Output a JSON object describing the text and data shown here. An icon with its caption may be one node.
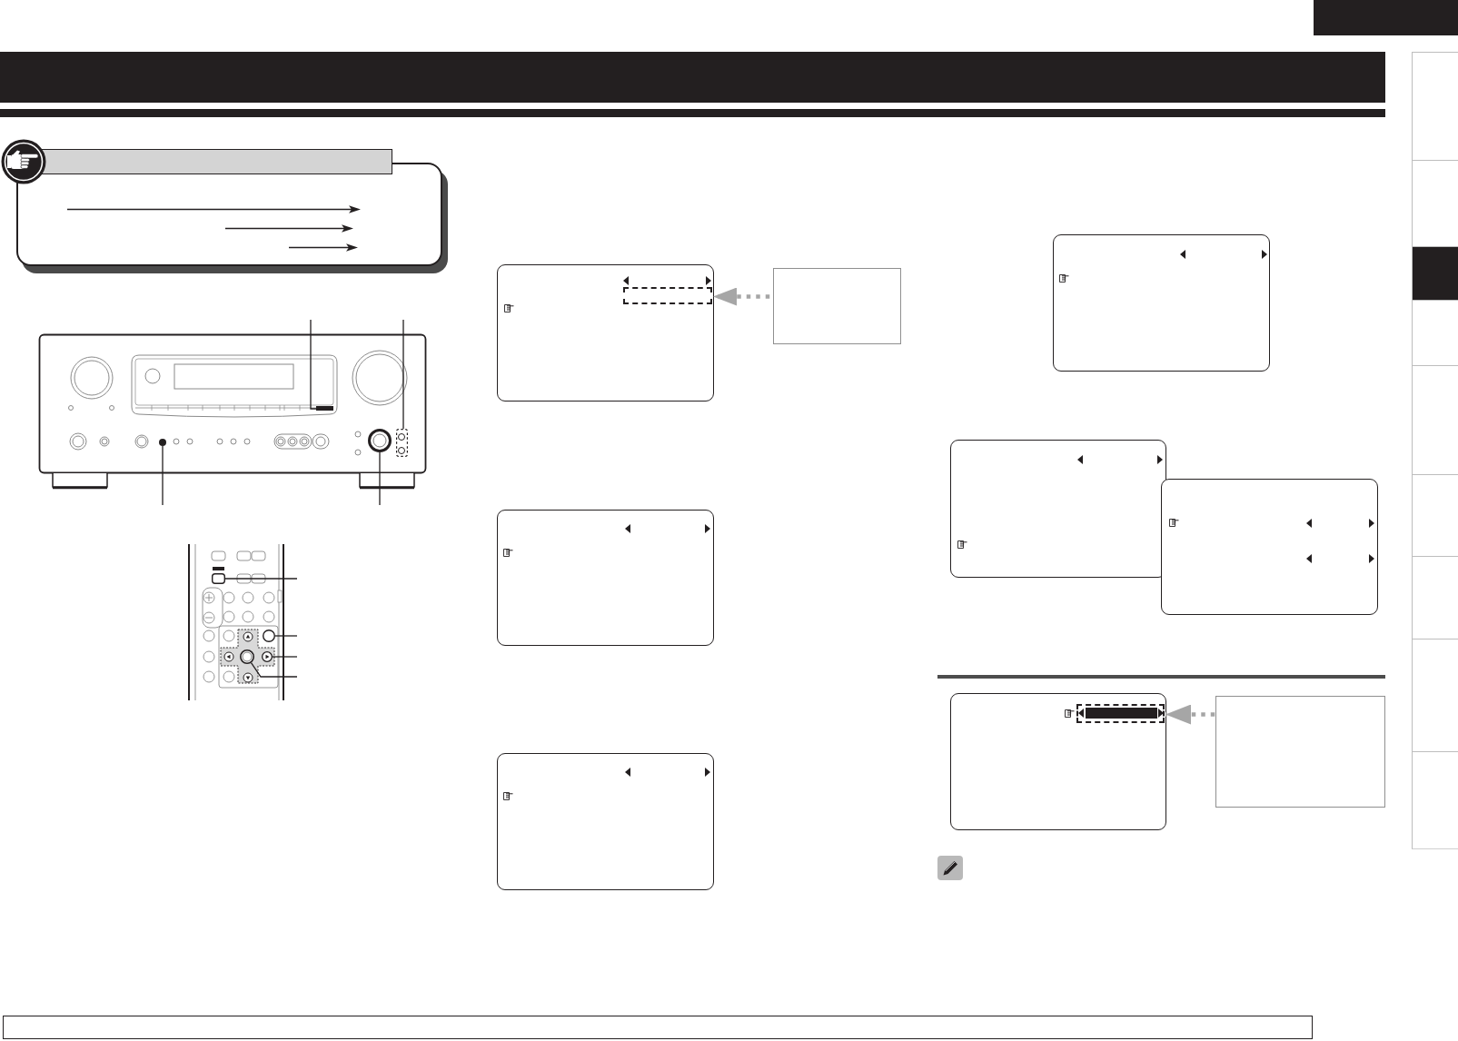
{
  "diagram": {
    "nodes": [
      {
        "text": [],
        "shape": "box"
      },
      {
        "text": [],
        "shape": "bar"
      },
      {
        "text": [],
        "shape": "box"
      },
      {
        "text": [],
        "shape": "box"
      },
      {
        "text": [],
        "shape": "box"
      },
      {
        "text": [],
        "shape": "box"
      },
      {
        "text": [],
        "shape": "box"
      },
      {
        "text": [],
        "shape": "box"
      },
      {
        "text": [],
        "shape": "box"
      },
      {
        "text": [],
        "shape": "box"
      },
      {
        "text": [],
        "shape": "box"
      },
      {
        "text": [],
        "shape": "box"
      },
      {
        "text": [],
        "shape": "picture"
      },
      {
        "text": [],
        "shape": "bar",
        "in": 12
      },
      {
        "text": [],
        "shape": "box",
        "in": 12
      },
      {
        "text": [],
        "shape": "circle",
        "in": 12
      },
      {
        "text": [],
        "shape": "circle",
        "in": 12
      },
      {
        "text": [],
        "shape": "picture"
      },
      {
        "text": [],
        "shape": "box",
        "in": 17
      },
      {
        "text": [],
        "shape": "circle",
        "in": 17
      },
      {
        "text": [],
        "shape": "circle",
        "in": 17
      },
      {
        "text": [],
        "shape": "circle",
        "in": 17
      },
      {
        "text": [],
        "shape": "box"
      },
      {
        "text": [],
        "shape": "box",
        "in": 22
      },
      {
        "text": [],
        "shape": "box"
      },
      {
        "text": [],
        "shape": "box"
      },
      {
        "text": [],
        "shape": "box"
      },
      {
        "text": [],
        "shape": "box"
      },
      {
        "text": [],
        "shape": "box"
      },
      {
        "text": [],
        "shape": "box"
      },
      {
        "text": [],
        "shape": "box"
      },
      {
        "text": [],
        "shape": "box",
        "in": 30
      },
      {
        "text": [],
        "shape": "box"
      },
      {
        "text": [],
        "shape": "box"
      }
    ],
    "edges": [
      {
        "from": null,
        "to": 13,
        "arrow": "none"
      },
      {
        "from": null,
        "to": 14,
        "arrow": "none"
      },
      {
        "from": null,
        "to": 15,
        "arrow": "none"
      },
      {
        "from": null,
        "to": 16,
        "arrow": "none"
      },
      {
        "from": null,
        "to": 18,
        "arrow": "none"
      },
      {
        "from": null,
        "to": 19,
        "arrow": "none"
      },
      {
        "from": null,
        "to": 20,
        "arrow": "none"
      },
      {
        "from": null,
        "to": 21,
        "arrow": "none"
      },
      {
        "from": 24,
        "to": 23,
        "arrow": "to",
        "style": "dashed",
        "color": "#a6a6a6"
      },
      {
        "from": 32,
        "to": 31,
        "arrow": "to",
        "style": "dashed",
        "color": "#a6a6a6"
      }
    ]
  }
}
